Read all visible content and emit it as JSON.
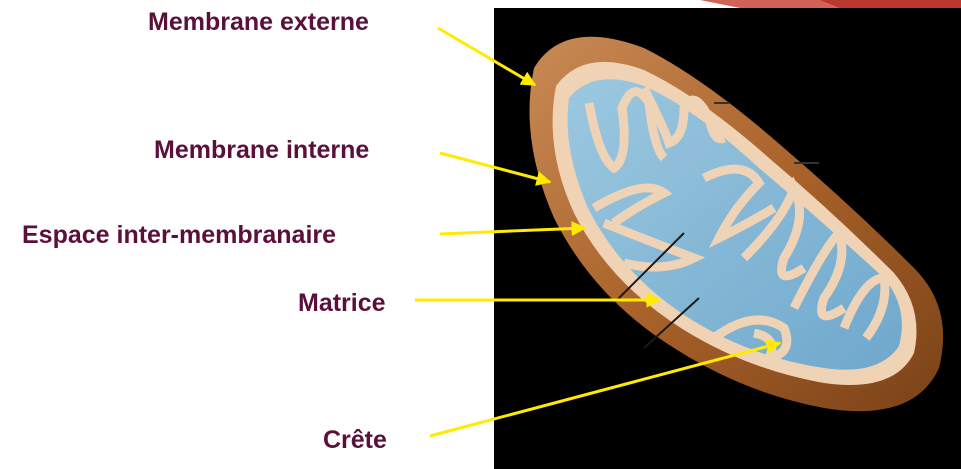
{
  "diagram": {
    "labels": [
      {
        "id": "membrane-externe",
        "text": "Membrane externe"
      },
      {
        "id": "membrane-interne",
        "text": "Membrane interne"
      },
      {
        "id": "espace-inter-membranaire",
        "text": "Espace inter-membranaire"
      },
      {
        "id": "matrice",
        "text": "Matrice"
      },
      {
        "id": "crete",
        "text": "Crête"
      }
    ]
  },
  "colors": {
    "label_text": "#5b0f3b",
    "arrow": "#ffea00",
    "photo_background": "#000000",
    "outer_membrane": "#b86a2e",
    "inner_membrane": "#f0d2b4",
    "matrix": "#7fb6d6",
    "slide_accent": "#c0392b"
  }
}
